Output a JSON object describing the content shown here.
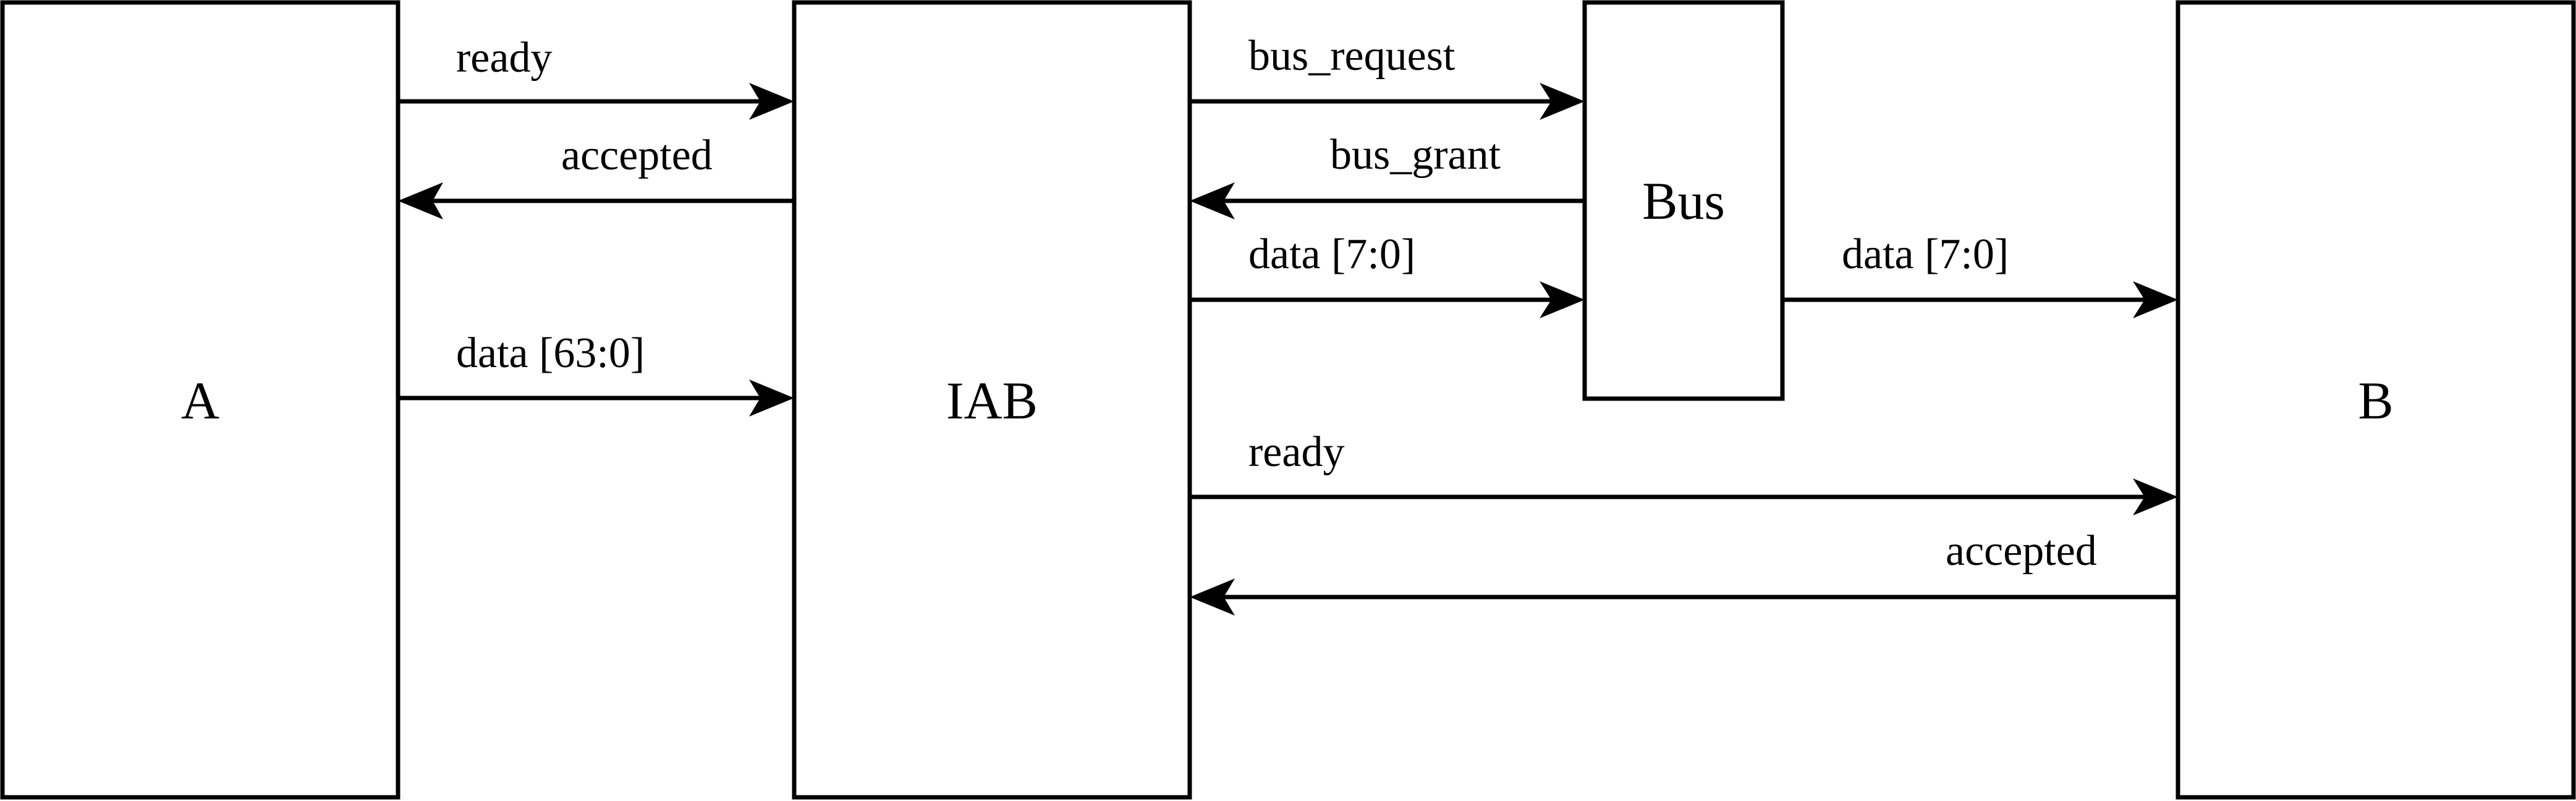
{
  "blocks": {
    "a": "A",
    "iab": "IAB",
    "bus": "Bus",
    "b": "B"
  },
  "signals": {
    "a_ready": "ready",
    "a_accepted": "accepted",
    "a_data": "data [63:0]",
    "bus_request": "bus_request",
    "bus_grant": "bus_grant",
    "iab_bus_data": "data [7:0]",
    "bus_b_data": "data [7:0]",
    "b_ready": "ready",
    "b_accepted": "accepted"
  }
}
